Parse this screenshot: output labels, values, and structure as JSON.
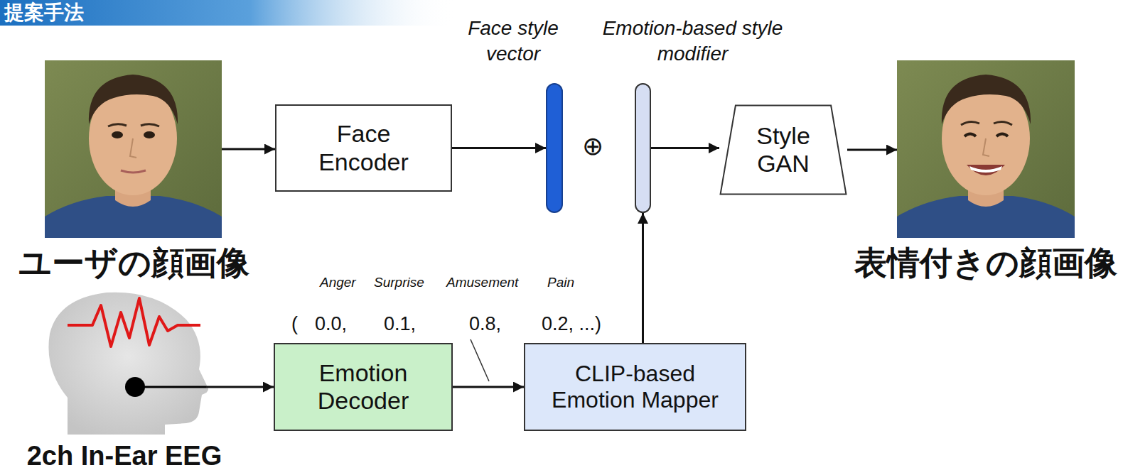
{
  "diagram": {
    "title": "提案手法",
    "nodes": [
      {
        "text": [
          "ユーザの顔画像"
        ]
      },
      {
        "text": [
          "Face Encoder"
        ]
      },
      {
        "text": [
          "Face style vector"
        ]
      },
      {
        "text": [
          "Emotion-based style modifier"
        ]
      },
      {
        "text": [
          "Style GAN"
        ]
      },
      {
        "text": [
          "表情付きの顔画像"
        ]
      },
      {
        "text": [
          "2ch In-Ear EEG"
        ]
      },
      {
        "text": [
          "Emotion Decoder"
        ]
      },
      {
        "text": [
          "CLIP-based Emotion Mapper"
        ]
      }
    ],
    "edges": [
      {
        "from": 0,
        "to": 1,
        "arrow": "to"
      },
      {
        "from": 1,
        "to": 2,
        "arrow": "to"
      },
      {
        "from": 3,
        "to": 4,
        "arrow": "to"
      },
      {
        "from": 4,
        "to": 5,
        "arrow": "to"
      },
      {
        "from": 6,
        "to": 7,
        "arrow": "to"
      },
      {
        "from": 7,
        "to": 8,
        "arrow": "to"
      },
      {
        "from": 8,
        "to": 3,
        "arrow": "to"
      }
    ],
    "labels": [
      "⊕",
      "Anger",
      "Surprise",
      "Amusement",
      "Pain",
      "(",
      "0.0,",
      "0.1,",
      "0.8,",
      "0.2, ...)"
    ]
  }
}
